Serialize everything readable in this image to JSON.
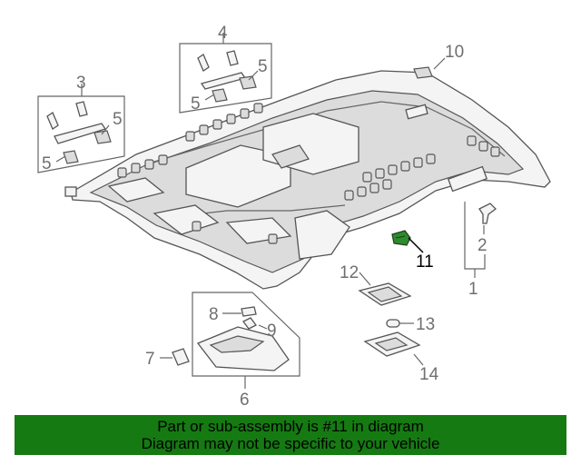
{
  "banner": {
    "line1": "Part or sub-assembly is #11 in diagram",
    "line2": "Diagram may not be specific to your vehicle",
    "background": "#157a12"
  },
  "highlight_color": "#2e8b2e",
  "callouts": {
    "c1": "1",
    "c2": "2",
    "c3": "3",
    "c4": "4",
    "c5a": "5",
    "c5b": "5",
    "c5c": "5",
    "c5d": "5",
    "c6": "6",
    "c7": "7",
    "c8": "8",
    "c9": "9",
    "c10": "10",
    "c11": "11",
    "c12": "12",
    "c13": "13",
    "c14": "14"
  }
}
